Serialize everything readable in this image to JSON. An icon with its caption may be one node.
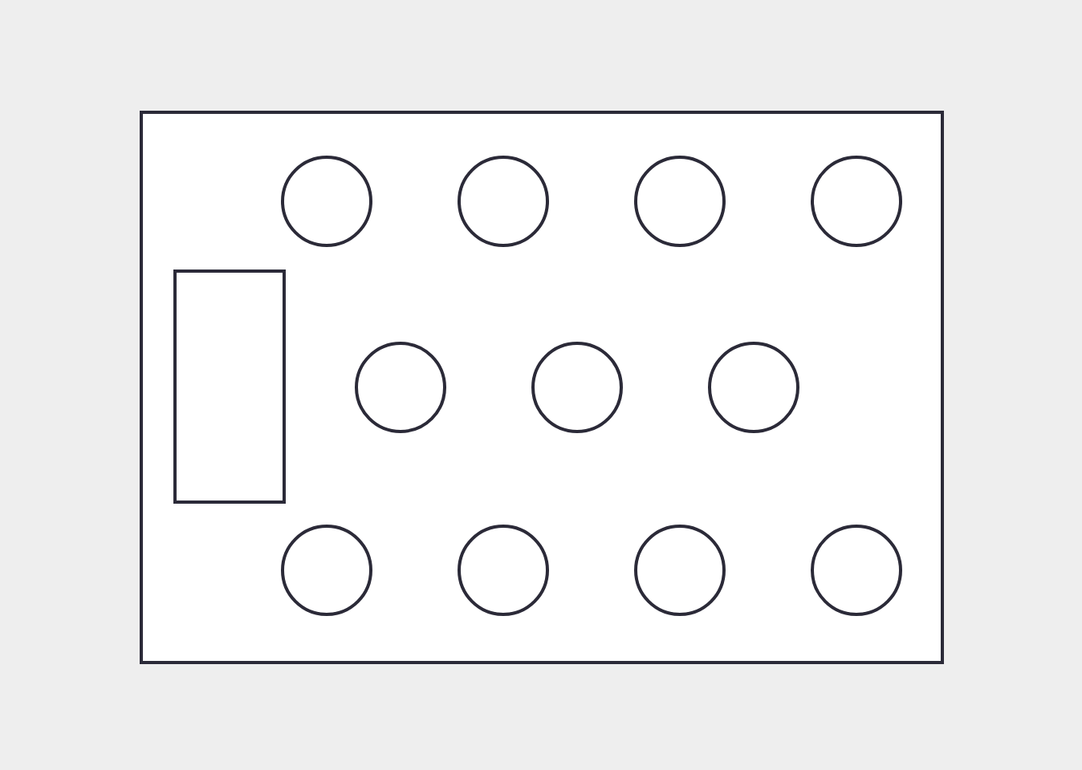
{
  "diagram": {
    "nodes": [
      {
        "text": [],
        "shape": "box"
      },
      {
        "text": [],
        "shape": "circle",
        "in": 0
      },
      {
        "text": [],
        "shape": "circle",
        "in": 0
      },
      {
        "text": [],
        "shape": "circle",
        "in": 0
      },
      {
        "text": [],
        "shape": "circle",
        "in": 0
      },
      {
        "text": [],
        "shape": "box",
        "in": 0
      },
      {
        "text": [],
        "shape": "circle",
        "in": 0
      },
      {
        "text": [],
        "shape": "circle",
        "in": 0
      },
      {
        "text": [],
        "shape": "circle",
        "in": 0
      },
      {
        "text": [],
        "shape": "circle",
        "in": 0
      },
      {
        "text": [],
        "shape": "circle",
        "in": 0
      },
      {
        "text": [],
        "shape": "circle",
        "in": 0
      },
      {
        "text": [],
        "shape": "circle",
        "in": 0
      }
    ]
  }
}
